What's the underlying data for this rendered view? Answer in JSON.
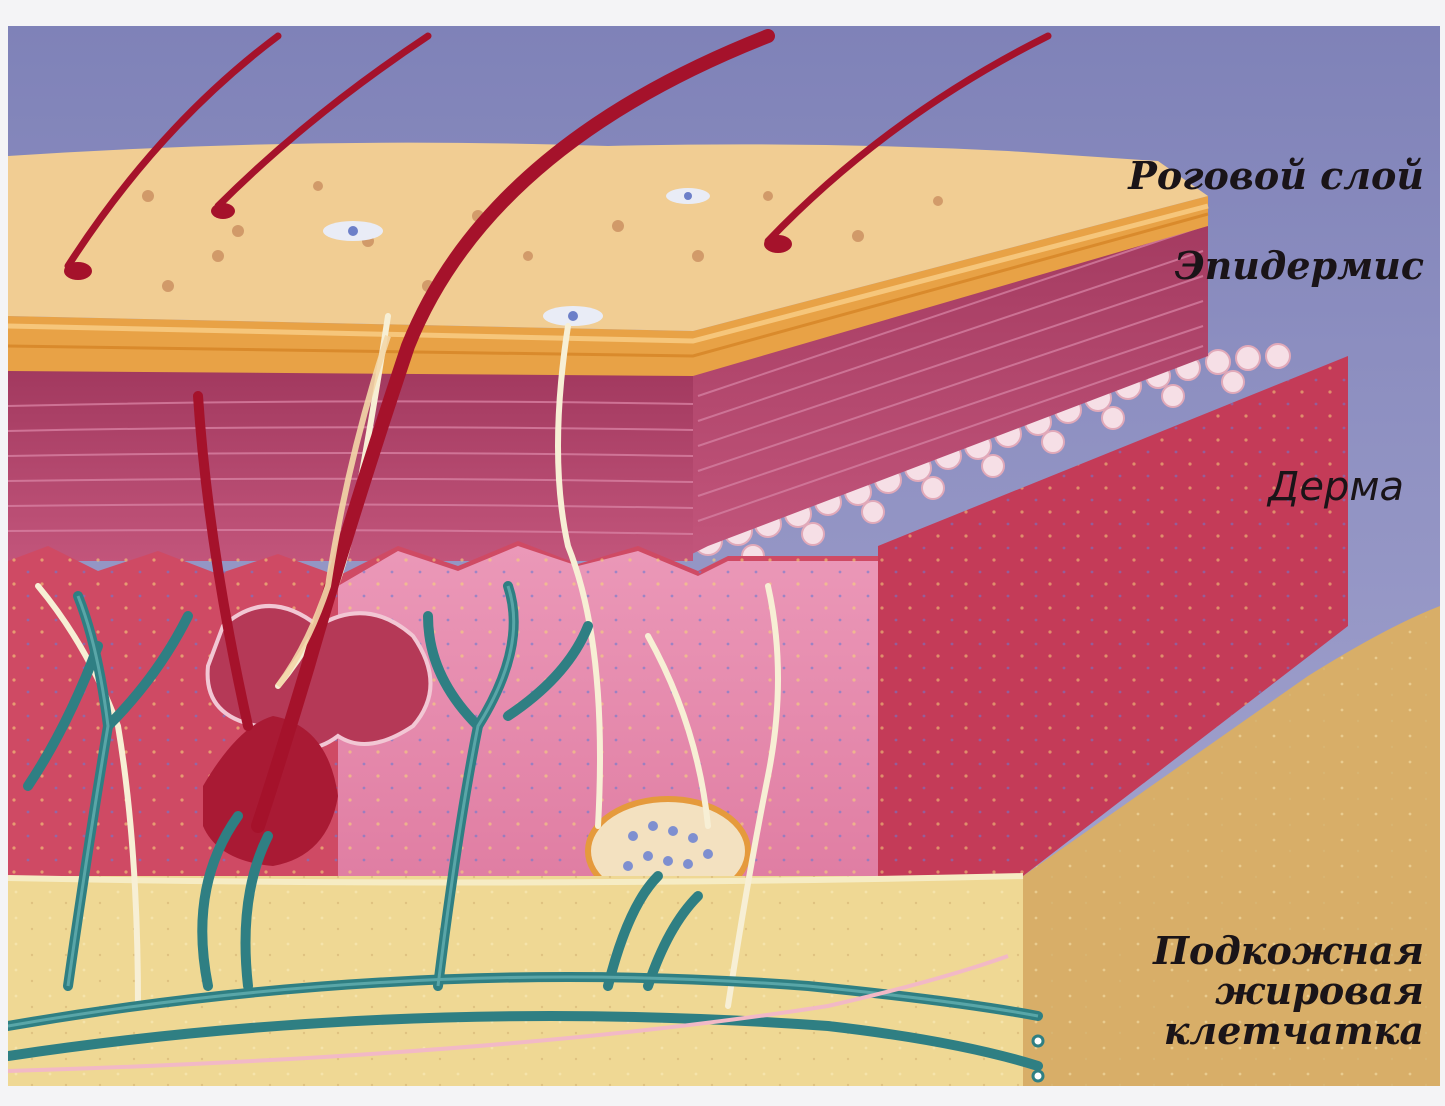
{
  "labels": {
    "horny_layer": "Роговой слой",
    "epidermis": "Эпидермис",
    "dermis": "Дерма",
    "subcutaneous_line1": "Подкожная",
    "subcutaneous_line2": "жировая",
    "subcutaneous_line3": "клетчатка"
  },
  "colors": {
    "sky": "#8d8fbf",
    "horny_surface": "#f2cf95",
    "orange_band": "#e7a24a",
    "epidermis": "#b34a6e",
    "dermis_red": "#c43e5a",
    "dermis_pink": "#e48aaa",
    "fat": "#eed691",
    "fat_side": "#d9b067",
    "hair": "#a9132a",
    "vessel": "#2e7f82"
  }
}
